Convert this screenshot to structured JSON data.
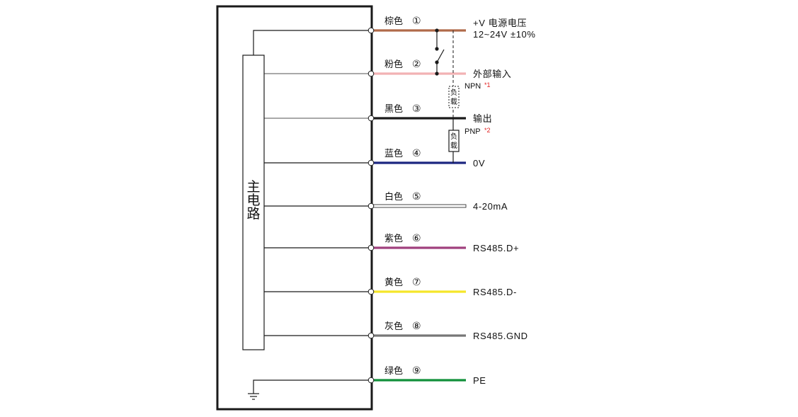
{
  "main_circuit": {
    "label_chars": [
      "主",
      "电",
      "路"
    ]
  },
  "wires": [
    {
      "color_name": "棕色",
      "number": "①",
      "signal": "+V 电源电压",
      "signal_line2": "12~24V ±10%",
      "color": "#b06a4a"
    },
    {
      "color_name": "粉色",
      "number": "②",
      "signal": "外部输入",
      "signal_line2": "",
      "color": "#f2b2b4"
    },
    {
      "color_name": "黑色",
      "number": "③",
      "signal": "输出",
      "signal_line2": "",
      "color": "#1a1a1a"
    },
    {
      "color_name": "蓝色",
      "number": "④",
      "signal": "0V",
      "signal_line2": "",
      "color": "#1c2680"
    },
    {
      "color_name": "白色",
      "number": "⑤",
      "signal": "4-20mA",
      "signal_line2": "",
      "color": "#ffffff"
    },
    {
      "color_name": "紫色",
      "number": "⑥",
      "signal": "RS485.D+",
      "signal_line2": "",
      "color": "#a0407e"
    },
    {
      "color_name": "黄色",
      "number": "⑦",
      "signal": "RS485.D-",
      "signal_line2": "",
      "color": "#f5e62a"
    },
    {
      "color_name": "灰色",
      "number": "⑧",
      "signal": "RS485.GND",
      "signal_line2": "",
      "color": "#777777"
    },
    {
      "color_name": "绿色",
      "number": "⑨",
      "signal": "PE",
      "signal_line2": "",
      "color": "#11903a"
    }
  ],
  "loads": {
    "npn_label": "NPN",
    "npn_note": "*1",
    "pnp_label": "PNP",
    "pnp_note": "*2",
    "load_chars": [
      "负",
      "载"
    ]
  }
}
